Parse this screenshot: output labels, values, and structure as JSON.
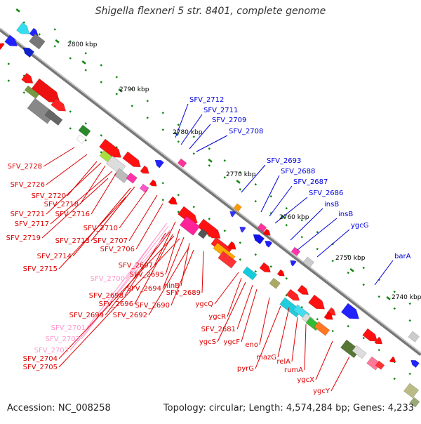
{
  "title": "Shigella flexneri 5 str. 8401, complete genome",
  "footer": {
    "accession": "Accession: NC_008258",
    "summary": "Topology: circular; Length: 4,574,284 bp; Genes: 4,233"
  },
  "colors": {
    "forward": "#ff0000",
    "reverse": "#0000ff",
    "backbone": "#808080",
    "tick": "#118811",
    "label_red": "#dd0000",
    "label_blue": "#0000dd",
    "label_pink": "#ff99cc"
  },
  "scale_labels": [
    "2800 kbp",
    "2790 kbp",
    "2780 kbp",
    "2770 kbp",
    "2760 kbp",
    "2750 kbp",
    "2740 kbp"
  ],
  "blue_labels": [
    "SFV_2712",
    "SFV_2711",
    "SFV_2709",
    "SFV_2708",
    "SFV_2693",
    "SFV_2688",
    "SFV_2687",
    "SFV_2686",
    "insB",
    "insB",
    "ygcG",
    "barA"
  ],
  "red_labels": [
    "SFV_2728",
    "SFV_2726",
    "SFV_2720",
    "SFV_2718",
    "SFV_2721",
    "SFV_2716",
    "SFV_2717",
    "SFV_2719",
    "SFV_2710",
    "SFV_2713",
    "SFV_2707",
    "SFV_2714",
    "SFV_2706",
    "SFV_2715",
    "SFV_2697",
    "SFV_2695",
    "SFV_2700",
    "SFV_2694",
    "hinB",
    "SFV_2698",
    "SFV_2689",
    "SFV_2696",
    "SFV_2690",
    "SFV_2699",
    "SFV_2692",
    "SFV_2701",
    "SFV_2702",
    "SFV_2703",
    "SFV_2704",
    "SFV_2705",
    "ygcQ",
    "ygcR",
    "SFV_2681",
    "ygcS",
    "ygcF",
    "eno",
    "mazG",
    "pyrG",
    "relA",
    "rumA",
    "ygcX",
    "ygcY"
  ]
}
